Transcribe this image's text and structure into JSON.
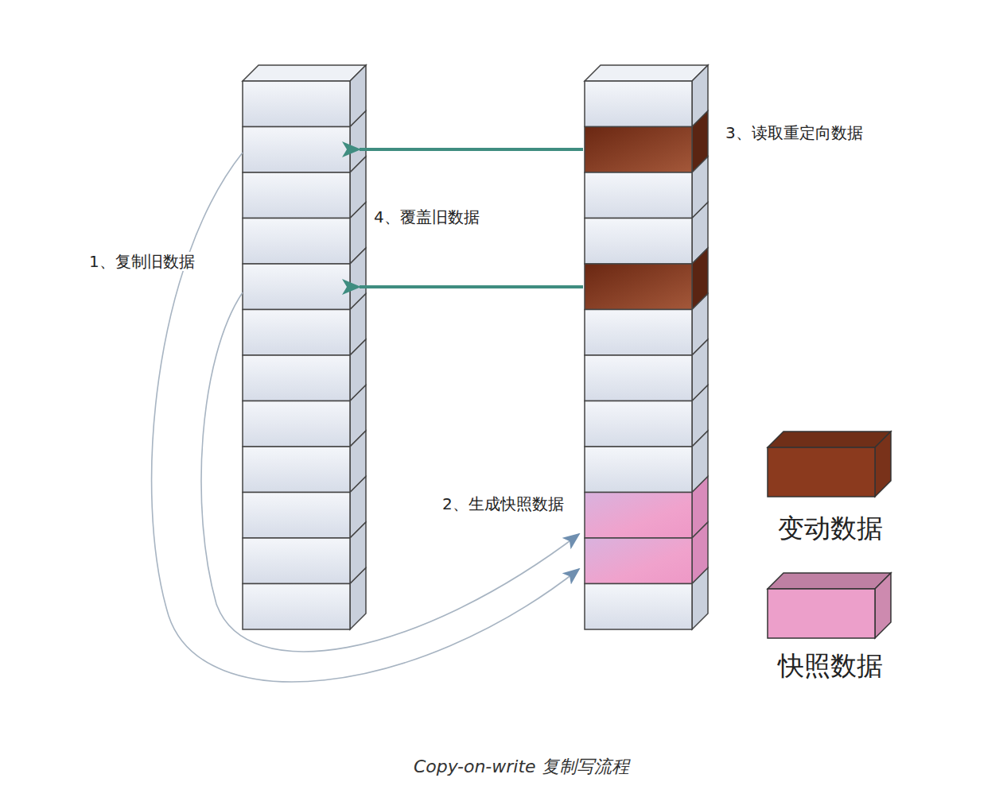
{
  "diagram": {
    "caption": "Copy-on-write 复制写流程",
    "labels": [
      "1、复制旧数据",
      "2、生成快照数据",
      "3、读取重定向数据",
      "4、覆盖旧数据"
    ],
    "legend": [
      {
        "text": "变动数据",
        "color": "#8b3a1e"
      },
      {
        "text": "快照数据",
        "color": "#ec9fca"
      }
    ]
  }
}
